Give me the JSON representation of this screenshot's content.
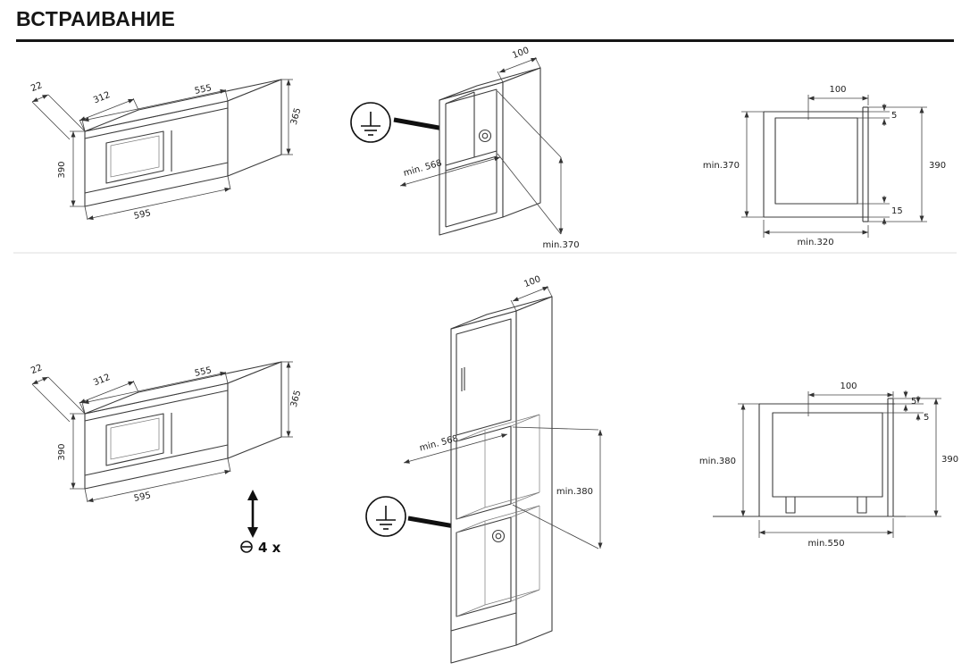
{
  "title": "ВСТРАИВАНИЕ",
  "diagram1": {
    "oven": {
      "d22": "22",
      "d312": "312",
      "d555": "555",
      "d390": "390",
      "d595": "595",
      "d365": "365"
    },
    "cabinet": {
      "d100": "100",
      "d568": "min. 568",
      "dniche": "min.370"
    },
    "section": {
      "d100": "100",
      "dleft": "min.370",
      "dgap_top": "5",
      "dgap_bottom": "15",
      "dright": "390",
      "dbottom": "min.320"
    }
  },
  "diagram2": {
    "oven": {
      "d22": "22",
      "d312": "312",
      "d555": "555",
      "d390": "390",
      "d595": "595",
      "d365": "365",
      "screws": "4 x"
    },
    "cabinet": {
      "d100": "100",
      "d568": "min. 568",
      "dniche": "min.380"
    },
    "section": {
      "d100": "100",
      "dleft": "min.380",
      "dgap_top": "5",
      "dgap_mid": "5",
      "dright": "390",
      "dbottom": "min.550"
    }
  },
  "icons": {
    "grounding": "earth-ground-symbol",
    "screw": "screw-head-icon",
    "updown": "up-down-arrow-icon"
  },
  "colors": {
    "ink": "#3c3c3c",
    "accent": "#101010"
  }
}
